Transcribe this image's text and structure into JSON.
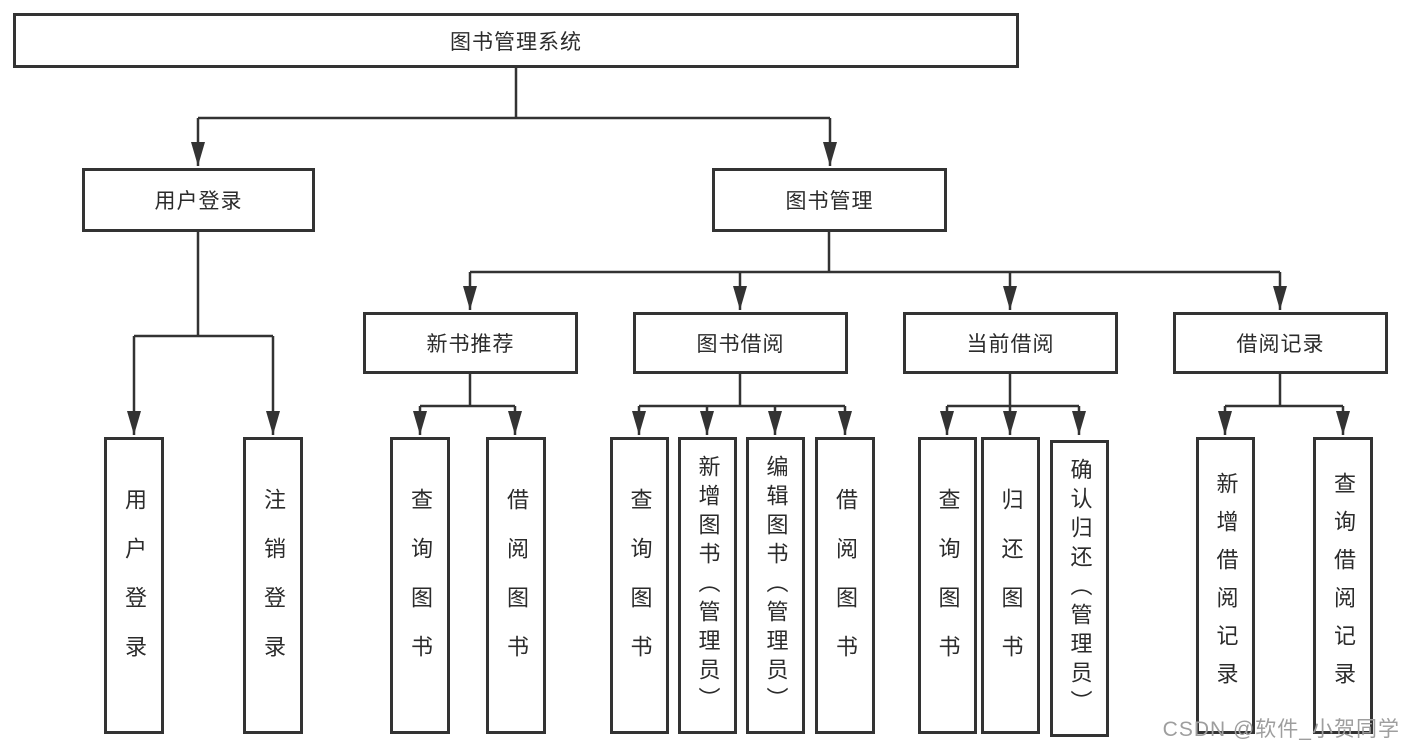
{
  "root": {
    "label": "图书管理系统"
  },
  "level2": [
    {
      "label": "用户登录"
    },
    {
      "label": "图书管理"
    }
  ],
  "level3": [
    {
      "label": "新书推荐",
      "parent": "图书管理"
    },
    {
      "label": "图书借阅",
      "parent": "图书管理"
    },
    {
      "label": "当前借阅",
      "parent": "图书管理"
    },
    {
      "label": "借阅记录",
      "parent": "图书管理"
    }
  ],
  "level4": [
    {
      "label": "用户登录",
      "parent": "用户登录"
    },
    {
      "label": "注销登录",
      "parent": "用户登录"
    },
    {
      "label": "查询图书",
      "parent": "新书推荐"
    },
    {
      "label": "借阅图书",
      "parent": "新书推荐"
    },
    {
      "label": "查询图书",
      "parent": "图书借阅"
    },
    {
      "label": "新增图书（管理员）",
      "parent": "图书借阅"
    },
    {
      "label": "编辑图书（管理员）",
      "parent": "图书借阅"
    },
    {
      "label": "借阅图书",
      "parent": "图书借阅"
    },
    {
      "label": "查询图书",
      "parent": "当前借阅"
    },
    {
      "label": "归还图书",
      "parent": "当前借阅"
    },
    {
      "label": "确认归还（管理员）",
      "parent": "当前借阅"
    },
    {
      "label": "新增借阅记录",
      "parent": "借阅记录"
    },
    {
      "label": "查询借阅记录",
      "parent": "借阅记录"
    }
  ],
  "watermark": "CSDN @软件_小贺同学",
  "colors": {
    "line": "#333333",
    "text": "#2b2b2b",
    "background": "#ffffff",
    "watermark": "#9e9e9e"
  }
}
